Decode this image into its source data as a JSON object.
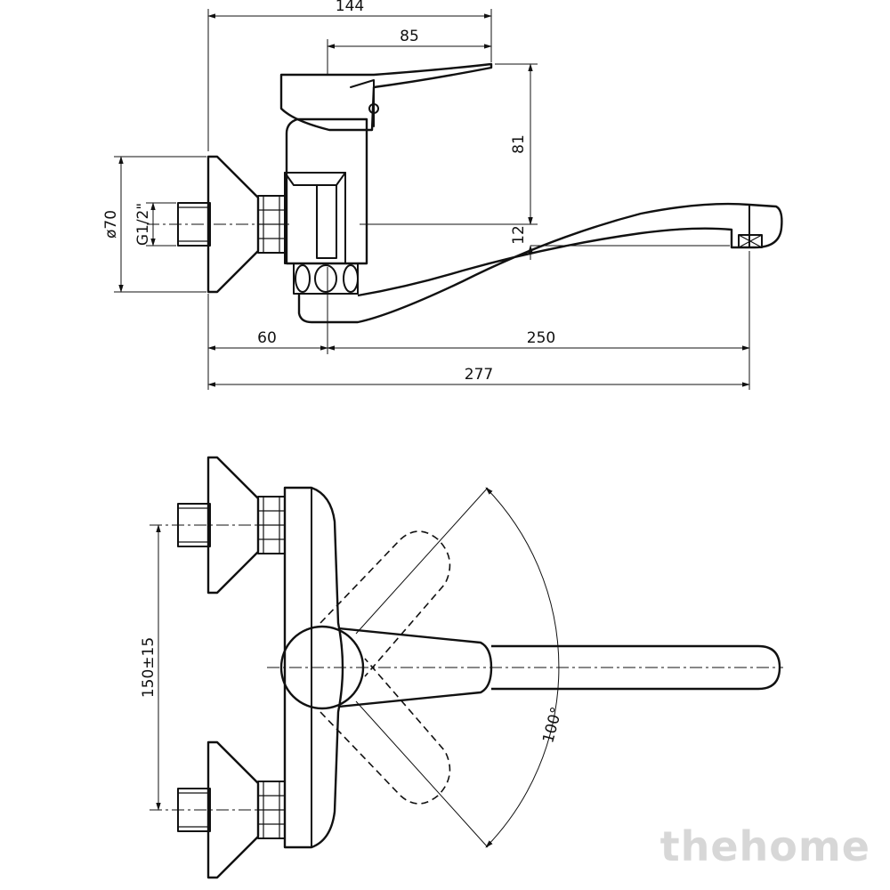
{
  "dimensions": {
    "overall_width_top": "144",
    "handle_reach": "85",
    "body_height": "81",
    "spout_offset": "12",
    "flange_diameter": "ø70",
    "thread": "G1/2\"",
    "wall_to_body": "60",
    "spout_length": "250",
    "total_length": "277",
    "inlet_spacing": "150±15",
    "swivel_angle": "100°"
  },
  "watermark": "thehome"
}
